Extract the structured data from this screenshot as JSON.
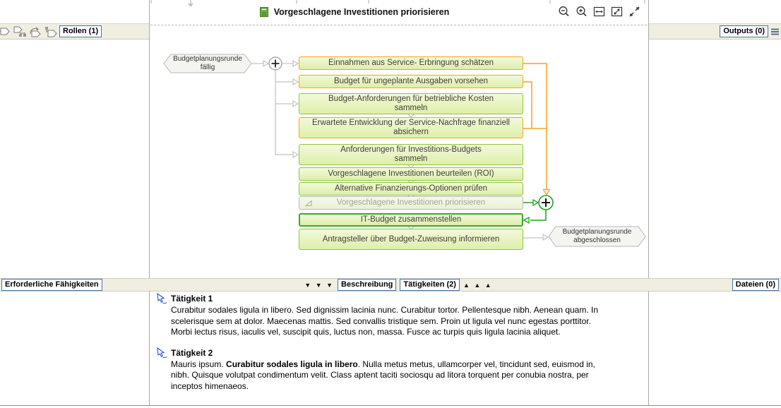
{
  "header": {
    "title": "Vorgeschlagene Investitionen priorisieren"
  },
  "panels": {
    "roles": {
      "label": "Rollen (1)"
    },
    "outputs": {
      "label": "Outputs (0)"
    },
    "skills": {
      "label": "Erforderliche Fähigkeiten"
    },
    "files": {
      "label": "Dateien (0)"
    },
    "tabs": [
      {
        "label": "Beschreibung"
      },
      {
        "label": "Tätigkeiten (2)"
      }
    ],
    "collapse_icons_down": "▼ ▼ ▼",
    "collapse_icons_up": "▲ ▲ ▲"
  },
  "diagram": {
    "start_event": {
      "label": "Budgetplanungsrunde fällig"
    },
    "end_event": {
      "label": "Budgetplanungsrunde abgeschlossen"
    },
    "tasks": [
      {
        "label": "Einnahmen aus Service- Erbringung schätzen",
        "style": "orange"
      },
      {
        "label": "Budget für ungeplante Ausgaben vorsehen",
        "style": "orange"
      },
      {
        "label": "Budget-Anforderungen für betriebliche Kosten sammeln",
        "style": "green"
      },
      {
        "label": "Erwartete Entwicklung der Service-Nachfrage finanziell absichern",
        "style": "orange"
      },
      {
        "label": "Anforderungen für Investitions-Budgets sammeln",
        "style": "green"
      },
      {
        "label": "Vorgeschlagene Investitionen beurteilen (ROI)",
        "style": "green"
      },
      {
        "label": "Alternative Finanzierungs-Optionen prüfen",
        "style": "green"
      },
      {
        "label": "Vorgeschlagene Investitionen priorisieren",
        "style": "current"
      },
      {
        "label": "IT-Budget zusammenstellen",
        "style": "strong-green"
      },
      {
        "label": "Antragsteller über Budget-Zuweisung informieren",
        "style": "green"
      }
    ]
  },
  "activities": {
    "items": [
      {
        "title": "Tätigkeit 1",
        "text": "Curabitur sodales ligula in libero. Sed dignissim lacinia nunc. Curabitur tortor. Pellentesque nibh. Aenean quam. In scelerisque sem at dolor. Maecenas mattis. Sed convallis tristique sem. Proin ut ligula vel nunc egestas porttitor. Morbi lectus risus, iaculis vel, suscipit quis, luctus non, massa. Fusce ac turpis quis ligula lacinia aliquet."
      },
      {
        "title": "Tätigkeit 2",
        "text_before": "Mauris ipsum. ",
        "text_bold": "Curabitur sodales ligula in libero",
        "text_after": ". Nulla metus metus, ullamcorper vel, tincidunt sed, euismod in, nibh. Quisque volutpat condimentum velit. Class aptent taciti sociosqu ad litora torquent per conubia nostra, per inceptos himenaeos."
      }
    ]
  },
  "colors": {
    "accent_blue": "#4a72a8",
    "task_border_orange": "#f6a41c",
    "task_border_green": "#8cc63e",
    "task_border_green_strong": "#3da52c",
    "connector_green": "#1fa31f",
    "connector_orange": "#f6a41c",
    "strip_background": "#f0eee1",
    "task_fill_top": "#f2f9d9",
    "task_fill_bottom": "#ddefaa"
  }
}
